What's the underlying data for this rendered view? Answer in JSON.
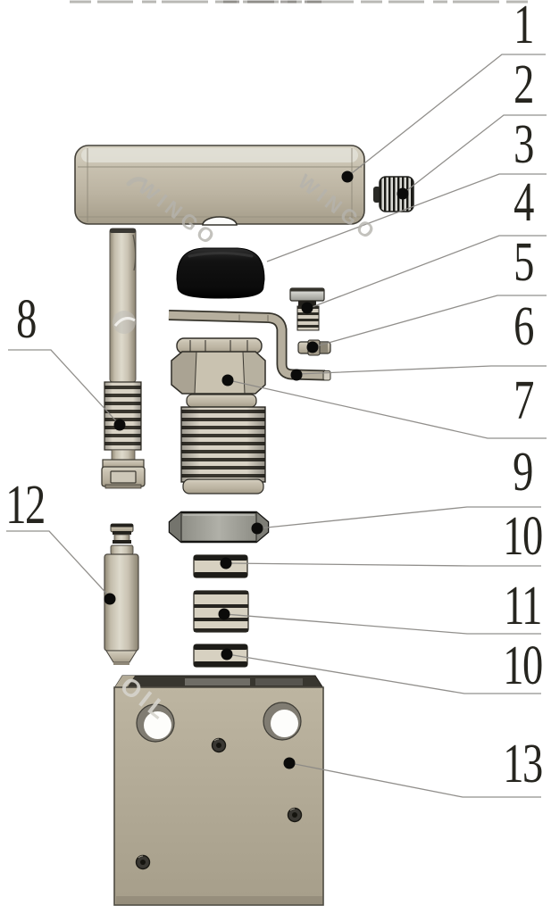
{
  "diagram": {
    "callouts": [
      {
        "label": "1",
        "target": "handle-bar"
      },
      {
        "label": "2",
        "target": "knurled-set-screw"
      },
      {
        "label": "3",
        "target": "rubber-cap"
      },
      {
        "label": "4",
        "target": "adjusting-screw"
      },
      {
        "label": "5",
        "target": "pin-fitting"
      },
      {
        "label": "6",
        "target": "release-lever"
      },
      {
        "label": "7",
        "target": "valve-body"
      },
      {
        "label": "8",
        "target": "threaded-rod"
      },
      {
        "label": "9",
        "target": "hex-nut"
      },
      {
        "label": "10",
        "target": "washer-upper"
      },
      {
        "label": "11",
        "target": "spacer-sleeve"
      },
      {
        "label": "10",
        "target": "washer-lower"
      },
      {
        "label": "12",
        "target": "plunger"
      },
      {
        "label": "13",
        "target": "base-block"
      }
    ],
    "watermarks": [
      {
        "text": "WINGO"
      },
      {
        "text": "WINGO"
      },
      {
        "text": "OIL"
      }
    ],
    "colors": {
      "background": "#ffffff",
      "part_tan": "#c1b9a7",
      "outline_dark": "#2e2c26",
      "black_part": "#101010",
      "metal_gray": "#9b9b93",
      "leader_line": "#8c8a86",
      "label_text": "#26251f"
    }
  }
}
